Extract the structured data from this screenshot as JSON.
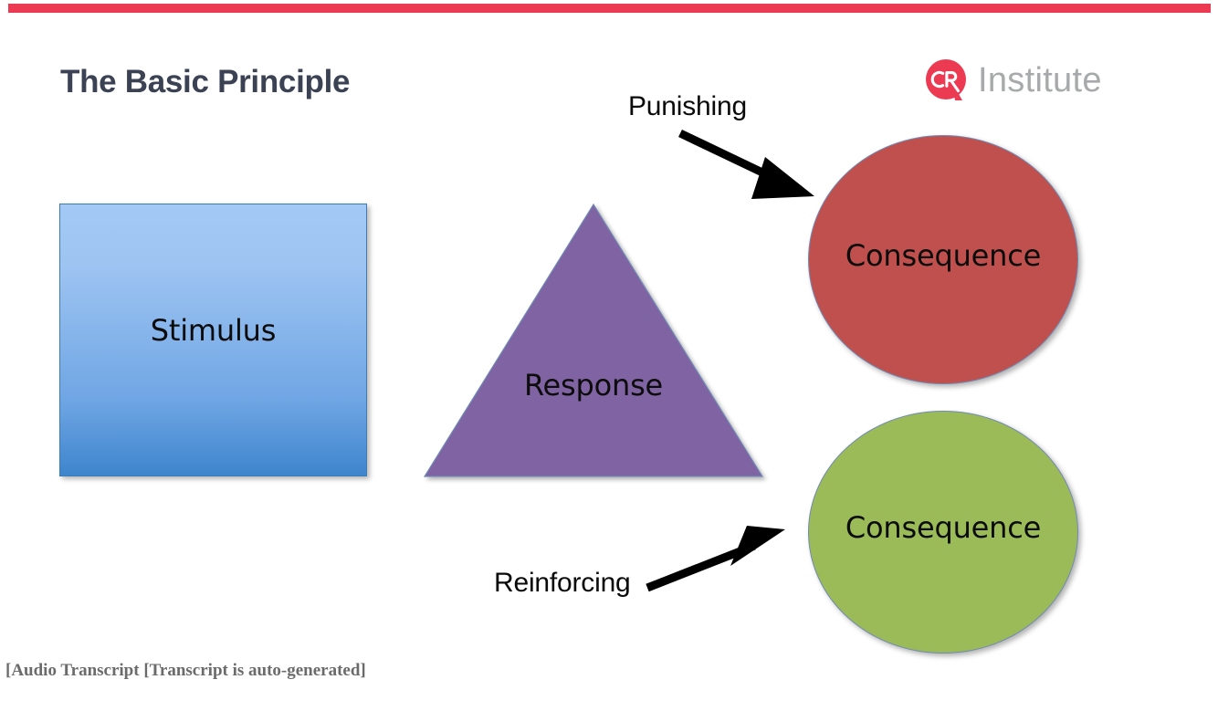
{
  "slide": {
    "title": "The Basic Principle",
    "accent_color": "#ed3a53",
    "title_color": "#3b4254",
    "background_color": "#ffffff"
  },
  "logo": {
    "mark_text": "CR",
    "word": "Institute",
    "mark_color": "#ed3a53",
    "word_color": "#a7a9ab"
  },
  "diagram": {
    "type": "flow",
    "shapes": [
      {
        "id": "stimulus",
        "shape": "rectangle",
        "label": "Stimulus",
        "fill": "#7fb1ec",
        "border": "#3f7cb5"
      },
      {
        "id": "response",
        "shape": "triangle",
        "label": "Response",
        "fill": "#8064a2",
        "border": "#7089b4"
      },
      {
        "id": "consequence-punishing",
        "shape": "ellipse",
        "label": "Consequence",
        "fill": "#c0504d",
        "border": "#7089b4"
      },
      {
        "id": "consequence-reinforcing",
        "shape": "ellipse",
        "label": "Consequence",
        "fill": "#9bbb59",
        "border": "#7089b4"
      }
    ],
    "connectors": [
      {
        "id": "punishing",
        "label": "Punishing",
        "from": "response",
        "to": "consequence-punishing",
        "direction": "down-right",
        "color": "#000000"
      },
      {
        "id": "reinforcing",
        "label": "Reinforcing",
        "from": "response",
        "to": "consequence-reinforcing",
        "direction": "up-right",
        "color": "#000000"
      }
    ]
  },
  "footer": {
    "note": "[Audio Transcript [Transcript is auto-generated]"
  }
}
